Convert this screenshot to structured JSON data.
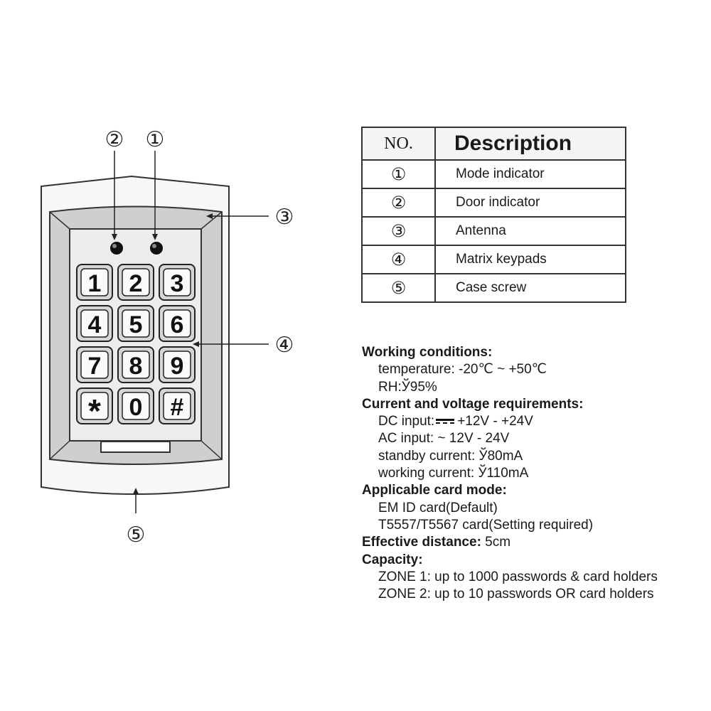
{
  "callouts": {
    "mode_indicator": "①",
    "door_indicator": "②",
    "antenna": "③",
    "keypad": "④",
    "case_screw": "⑤"
  },
  "keypad": {
    "keys": [
      "1",
      "2",
      "3",
      "4",
      "5",
      "6",
      "7",
      "8",
      "9",
      "*",
      "0",
      "#"
    ]
  },
  "table": {
    "header_no": "NO.",
    "header_desc": "Description",
    "rows": [
      {
        "num": "①",
        "desc": "Mode indicator"
      },
      {
        "num": "②",
        "desc": "Door indicator"
      },
      {
        "num": "③",
        "desc": "Antenna"
      },
      {
        "num": "④",
        "desc": "Matrix keypads"
      },
      {
        "num": "⑤",
        "desc": "Case screw"
      }
    ]
  },
  "specs": {
    "working_conditions": {
      "title": "Working conditions:",
      "temperature": "temperature: -20℃ ~ +50℃",
      "rh": "RH:Ў95%"
    },
    "voltage": {
      "title": "Current and voltage requirements:",
      "dc_prefix": "DC input:",
      "dc_value": "+12V - +24V",
      "ac": "AC input: ~ 12V - 24V",
      "standby": "standby current: Ў80mA",
      "working": "working current: Ў110mA"
    },
    "card_mode": {
      "title": "Applicable card mode:",
      "em": "EM ID card(Default)",
      "t5557": "T5557/T5567 card(Setting required)"
    },
    "distance": {
      "title": "Effective distance:",
      "value": " 5cm"
    },
    "capacity": {
      "title": "Capacity:",
      "zone1": "ZONE 1: up to 1000 passwords & card holders",
      "zone2": "ZONE 2: up to 10 passwords OR card holders"
    }
  }
}
